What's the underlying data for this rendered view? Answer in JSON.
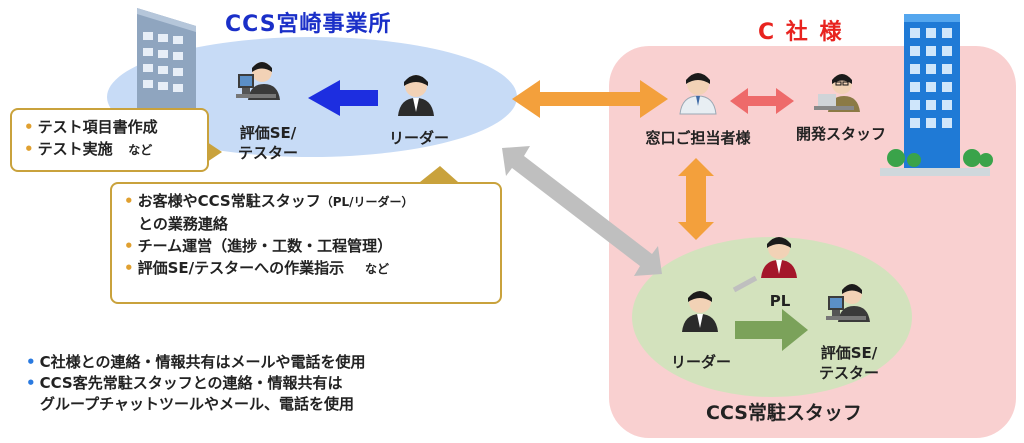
{
  "ccs_office": {
    "title": "CCS宮崎事業所",
    "evaluator_label_line1": "評価SE/",
    "evaluator_label_line2": "テスター",
    "leader_label": "リーダー"
  },
  "client": {
    "title": "C 社 様",
    "contact_label": "窓口ご担当者様",
    "dev_staff_label": "開発スタッフ"
  },
  "resident": {
    "pl_label": "PL",
    "leader_label": "リーダー",
    "evaluator_label_line1": "評価SE/",
    "evaluator_label_line2": "テスター",
    "footer": "CCS常駐スタッフ"
  },
  "evaluator_tasks": {
    "items": [
      "テスト項目書作成",
      "テスト実施"
    ],
    "suffix": "など"
  },
  "leader_tasks": {
    "line1_main": "お客様やCCS常駐スタッフ",
    "line1_small": "（PL/リーダー）",
    "line2": "との業務連絡",
    "line3": "チーム運営（進捗・工数・工程管理）",
    "line4": "評価SE/テスターへの作業指示",
    "suffix": "など"
  },
  "notes": {
    "line1": "C社様との連絡・情報共有はメールや電話を使用",
    "line2": "CCS客先常駐スタッフとの連絡・情報共有は",
    "line3": "グループチャットツールやメール、電話を使用"
  },
  "colors": {
    "ccs_ellipse": "#c7dbf6",
    "client_area": "#f9d0d0",
    "resident_ellipse": "#d3e2bd",
    "blue_arrow": "#1d2ee0",
    "orange_arrow": "#f3a03c",
    "red_arrow": "#ee6a6a",
    "gray_arrow": "#bfbfbf",
    "green_arrow": "#7ba25a",
    "box_border": "#c9a23c"
  }
}
